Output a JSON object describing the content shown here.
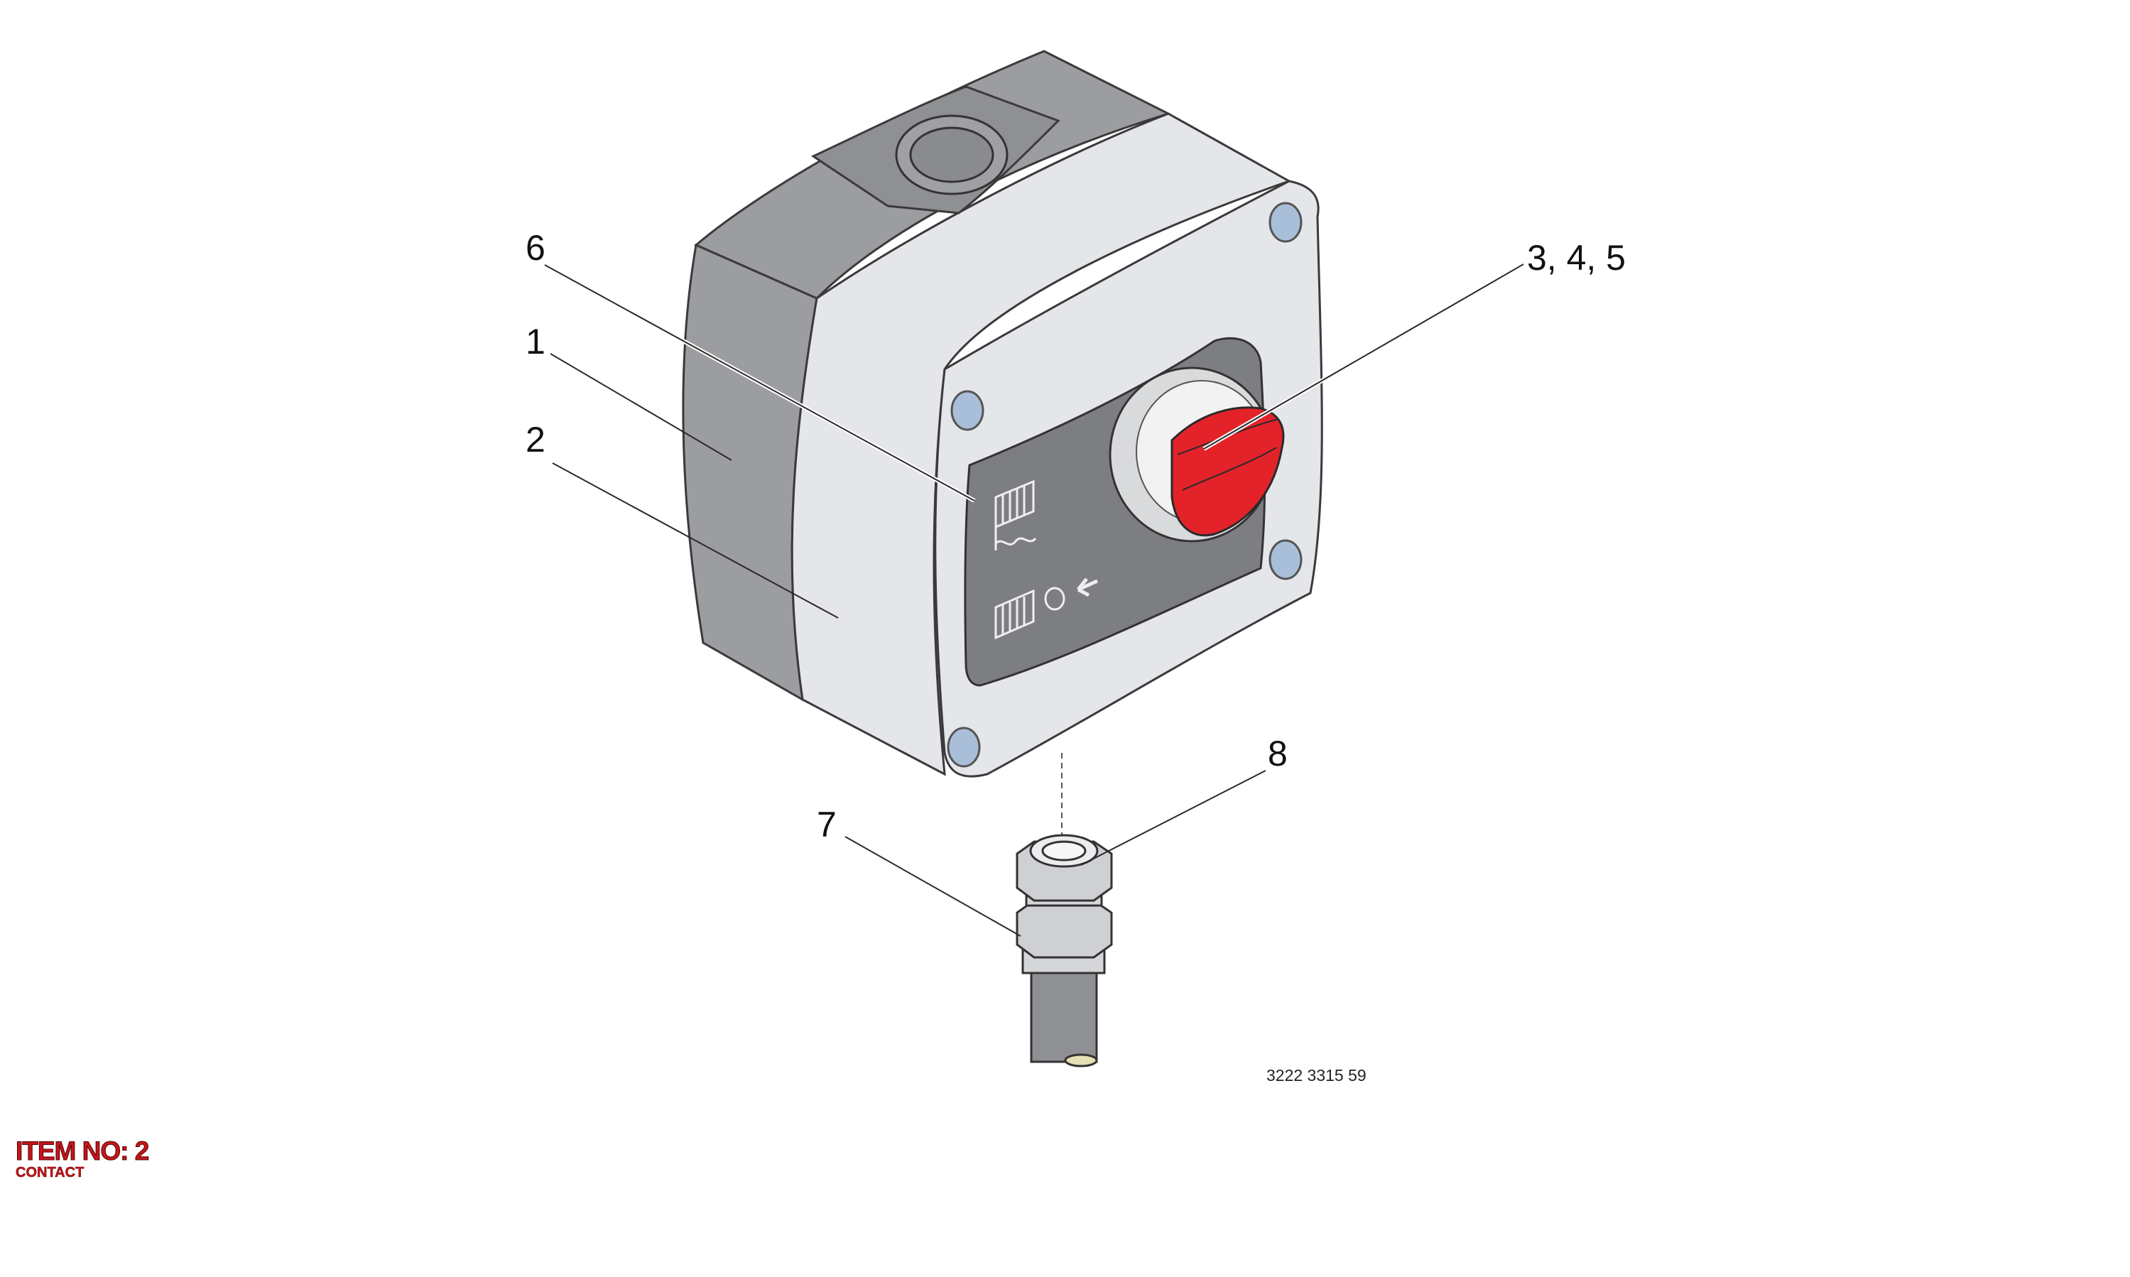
{
  "callouts": {
    "c6": "6",
    "c1": "1",
    "c2": "2",
    "c345": "3, 4, 5",
    "c8": "8",
    "c7": "7"
  },
  "drawing_number": "3222 3315 59",
  "item": {
    "title": "ITEM NO: 2",
    "subtitle": "CONTACT"
  },
  "colors": {
    "knob_red": "#e3222a",
    "item_text_red": "#c4161c",
    "housing_light": "#e4e6ea",
    "housing_dark": "#9c9da0",
    "panel_gray": "#7d7e82",
    "screw_blue": "#a9bfd9"
  },
  "icons": {
    "top_symbol": "heater-with-wave-icon",
    "bottom_symbol": "heater-off-arrow-icon"
  }
}
